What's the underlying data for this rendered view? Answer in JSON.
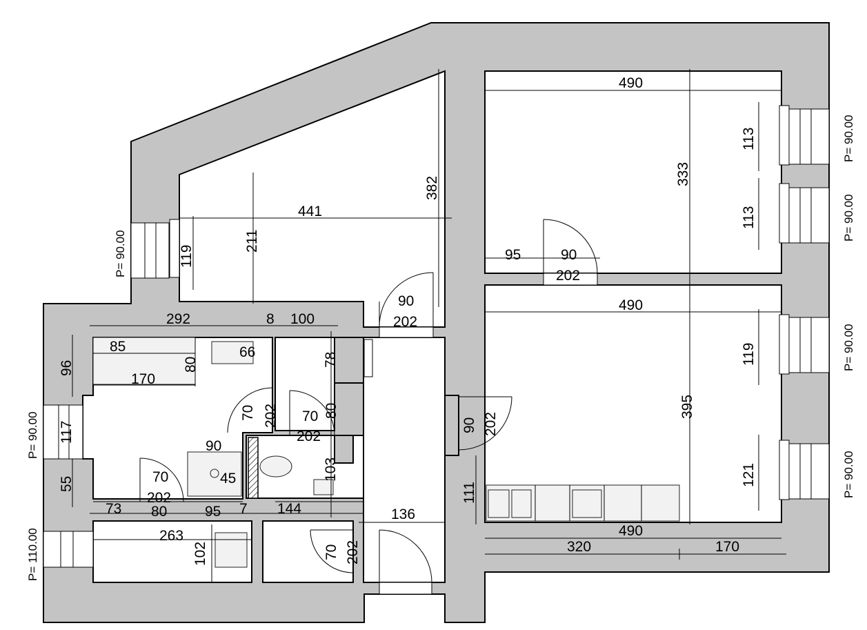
{
  "dimensions": {
    "big_room_width": "441",
    "big_room_height": "382",
    "big_room_inner": "211",
    "big_room_window": "119",
    "big_room_door_width": "90",
    "big_room_door_frame": "202",
    "ne_room_width": "490",
    "ne_room_height": "333",
    "ne_win_1": "113",
    "ne_win_2": "113",
    "ne_door_offset": "95",
    "ne_door_width": "90",
    "ne_door_frame": "202",
    "se_room_width": "490",
    "se_room_height": "395",
    "se_win_1": "119",
    "se_win_2": "121",
    "se_bottom_width": "490",
    "se_kitchen_a": "320",
    "se_kitchen_b": "170",
    "se_door_width": "90",
    "se_door_frame": "202",
    "se_wall_111": "111",
    "bath_292": "292",
    "bath_8": "8",
    "bath_100": "100",
    "bath_85": "85",
    "bath_66": "66",
    "bath_80": "80",
    "bath_170": "170",
    "bath_96": "96",
    "bath_78": "78",
    "bath_70a": "70",
    "bath_202a": "202",
    "bath_70b": "70",
    "bath_80b": "80",
    "bath_202b": "202",
    "bath_90": "90",
    "bath_45": "45",
    "bath_103": "103",
    "bath_70c": "70",
    "bath_202c": "202",
    "bath_117": "117",
    "bath_55": "55",
    "bot_73": "73",
    "bot_80": "80",
    "bot_95": "95",
    "bot_7": "7",
    "bot_144": "144",
    "bot_136": "136",
    "bot_263": "263",
    "bot_102": "102",
    "bot_70": "70",
    "bot_202": "202"
  },
  "parapets": {
    "p_left_upper": "P= 90.00",
    "p_left_mid": "P= 90.00",
    "p_left_low": "P= 110.00",
    "p_right_1": "P= 90.00",
    "p_right_2": "P= 90.00",
    "p_right_3": "P= 90.00",
    "p_right_4": "P= 90.00"
  }
}
